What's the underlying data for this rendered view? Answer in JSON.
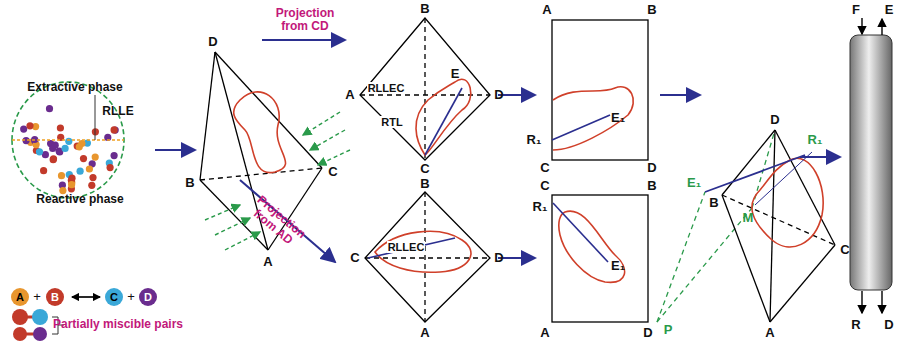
{
  "diagram": {
    "nodes": [
      {
        "text": [
          "A"
        ]
      },
      {
        "text": [
          "B"
        ]
      },
      {
        "text": [
          "C"
        ]
      },
      {
        "text": [
          "D"
        ]
      }
    ],
    "labels": [
      "Extractive phase",
      "RLLE",
      "Reactive phase",
      "+",
      "+",
      "Partially miscible pairs",
      "D",
      "B",
      "C",
      "A",
      "Projection from CD",
      "Projection from AD",
      "B",
      "A",
      "RLLEC",
      "E",
      "D",
      "RTL",
      "C",
      "A",
      "B",
      "R₁",
      "C",
      "D",
      "E₁",
      "B",
      "C",
      "RLLEC",
      "D",
      "A",
      "C",
      "B",
      "R₁",
      "E₁",
      "A",
      "D",
      "P",
      "D",
      "R₁",
      "E₁",
      "B",
      "M",
      "C",
      "A",
      "F",
      "E",
      "R",
      "D"
    ]
  }
}
